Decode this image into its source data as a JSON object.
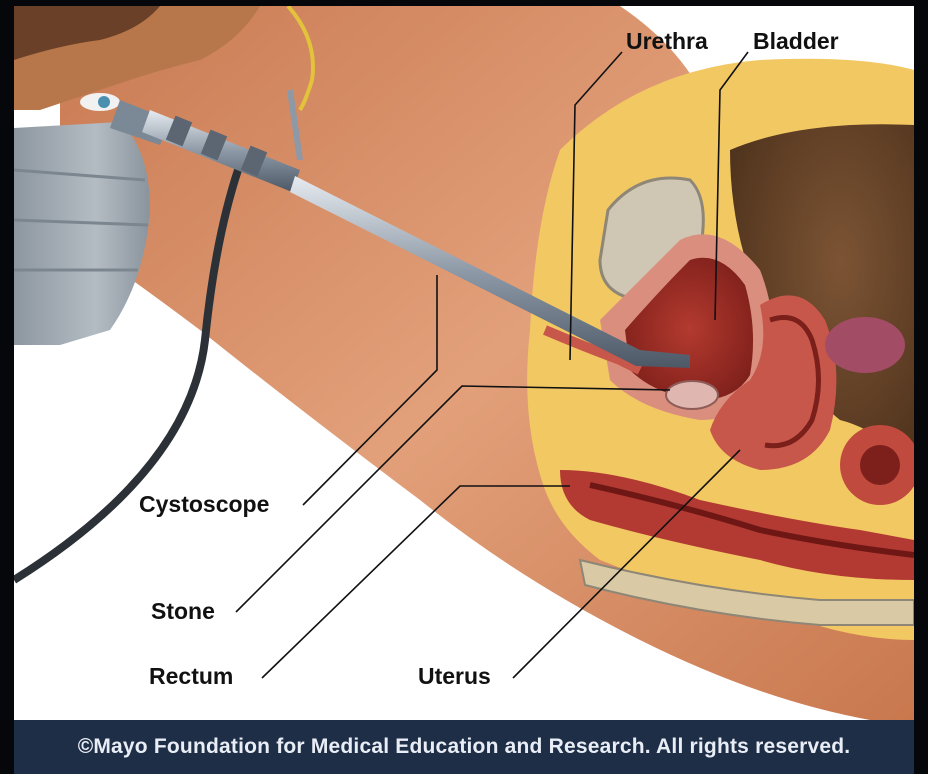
{
  "labels": {
    "urethra": "Urethra",
    "bladder": "Bladder",
    "cystoscope": "Cystoscope",
    "stone": "Stone",
    "rectum": "Rectum",
    "uterus": "Uterus"
  },
  "copyright": "©Mayo Foundation for Medical Education and Research.  All rights reserved.",
  "colors": {
    "background": "#05070a",
    "panel": "#ffffff",
    "footer": "#1e2e46",
    "skin": "#d98f66",
    "fat": "#f4cd68",
    "muscle": "#b7322b",
    "bone": "#cfc6b4"
  }
}
